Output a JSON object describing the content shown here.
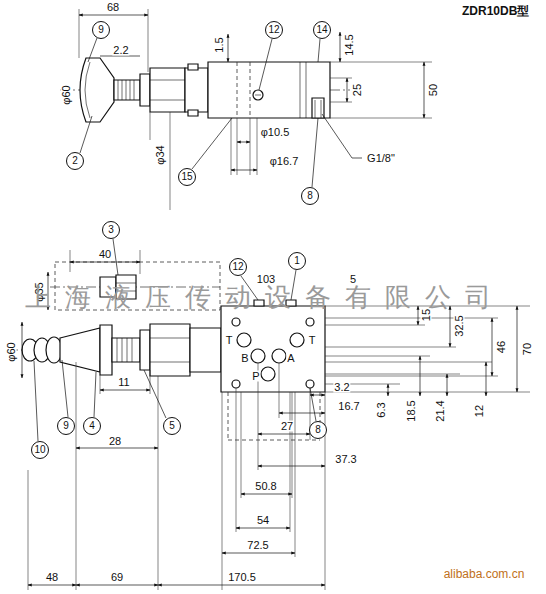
{
  "diagram": {
    "title": "ZDR10DB型",
    "nodes": [
      {
        "text": [
          "9"
        ]
      },
      {
        "text": [
          "12"
        ]
      },
      {
        "text": [
          "14"
        ]
      },
      {
        "text": [
          "2"
        ]
      },
      {
        "text": [
          "15"
        ]
      },
      {
        "text": [
          "8"
        ]
      },
      {
        "text": [
          "3"
        ]
      },
      {
        "text": [
          "12"
        ]
      },
      {
        "text": [
          "1"
        ]
      },
      {
        "text": [
          "9"
        ]
      },
      {
        "text": [
          "4"
        ]
      },
      {
        "text": [
          "5"
        ]
      },
      {
        "text": [
          "8"
        ]
      },
      {
        "text": [
          "10"
        ]
      }
    ],
    "labels": [
      "68",
      "2.2",
      "1.5",
      "14.5",
      "φ60",
      "25",
      "50",
      "φ34",
      "φ10.5",
      "φ16.7",
      "G1/8\"",
      "40",
      "φ35",
      "103",
      "5",
      "上海液压传动设备有限公司",
      "32.5",
      "15",
      "φ60",
      "T",
      "T",
      "B",
      "A",
      "P",
      "46",
      "70",
      "11",
      "3.2",
      "16.7",
      "6.3",
      "18.5",
      "21.4",
      "12",
      "27",
      "28",
      "37.3",
      "50.8",
      "54",
      "72.5",
      "48",
      "69",
      "170.5",
      "alibaba.com.cn"
    ]
  }
}
